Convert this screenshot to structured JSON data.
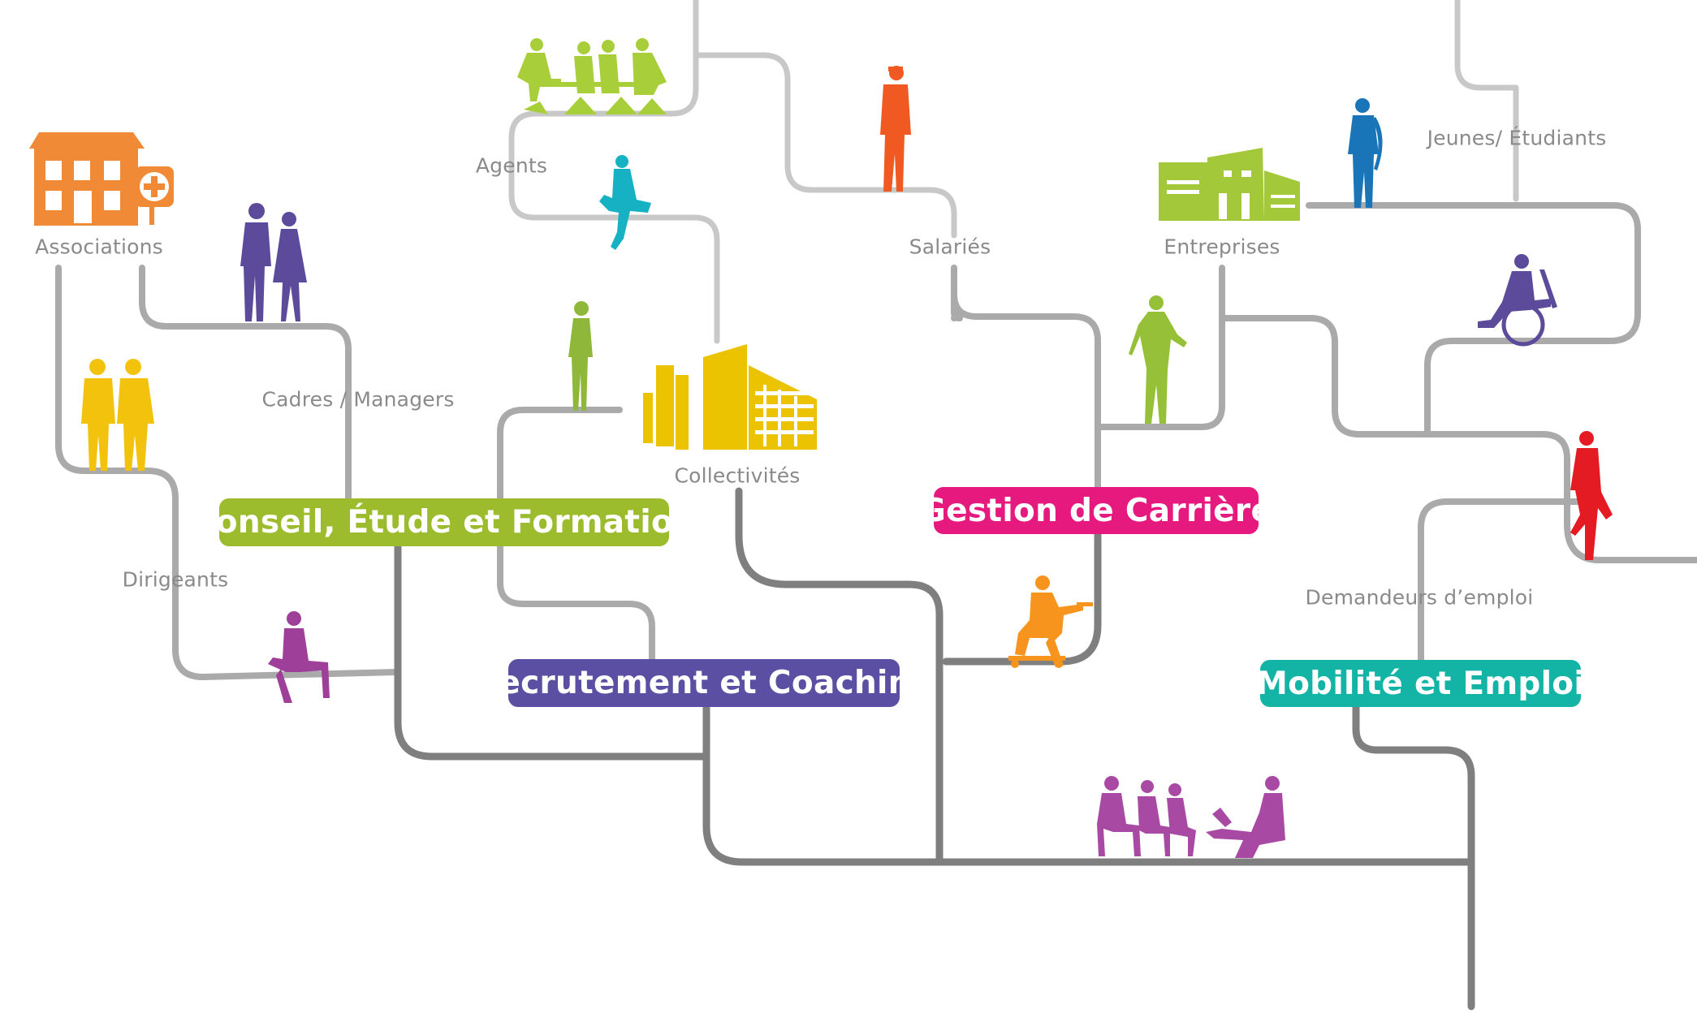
{
  "colors": {
    "path_light": "#c8c8c8",
    "path_mid": "#a8a8a8",
    "path_dark": "#7d7d7d",
    "label_text": "#8a8a8a",
    "conseil": "#9cbc2e",
    "recrutement": "#5a4fa2",
    "gestion": "#e6197e",
    "mobilite": "#13b3a6",
    "associations_icon": "#f08a36",
    "managers_icon": "#5b4b9a",
    "dirigeants_icon": "#f2c20d",
    "sitting_man_icon": "#9e3f9a",
    "agents_icon": "#a8cf3a",
    "teal_sitting_icon": "#16b2c4",
    "standing_woman_icon": "#8fb83a",
    "collectivites_icon": "#ebc300",
    "salaries_icon": "#f05a22",
    "entreprises_icon": "#a3c93a",
    "walking_woman_icon": "#96c037",
    "worker_icon": "#f7941d",
    "student_icon": "#1a74b8",
    "wheelchair_icon": "#5b4b9a",
    "red_person_icon": "#e41b23",
    "group_icon": "#a84aa3"
  },
  "categories": {
    "associations": "Associations",
    "cadres": "Cadres / Managers",
    "dirigeants": "Dirigeants",
    "agents": "Agents",
    "collectivites": "Collectivités",
    "salaries": "Salariés",
    "entreprises": "Entreprises",
    "jeunes": "Jeunes/ Étudiants",
    "demandeurs": "Demandeurs d’emploi"
  },
  "services": {
    "conseil": "Conseil, Étude et Formation",
    "recrutement": "Recrutement et Coaching",
    "gestion": "Gestion de Carrière",
    "mobilite": "Mobilité et Emploi"
  },
  "icons": [
    "hospital-building-icon",
    "couple-managers-icon",
    "two-men-icon",
    "sitting-man-icon",
    "meeting-table-icon",
    "sitting-person-icon",
    "standing-woman-icon",
    "city-buildings-icon",
    "standing-worker-icon",
    "company-building-icon",
    "walking-woman-icon",
    "kneeling-worker-icon",
    "student-icon",
    "wheelchair-user-icon",
    "leaning-person-icon",
    "group-discussion-icon"
  ]
}
